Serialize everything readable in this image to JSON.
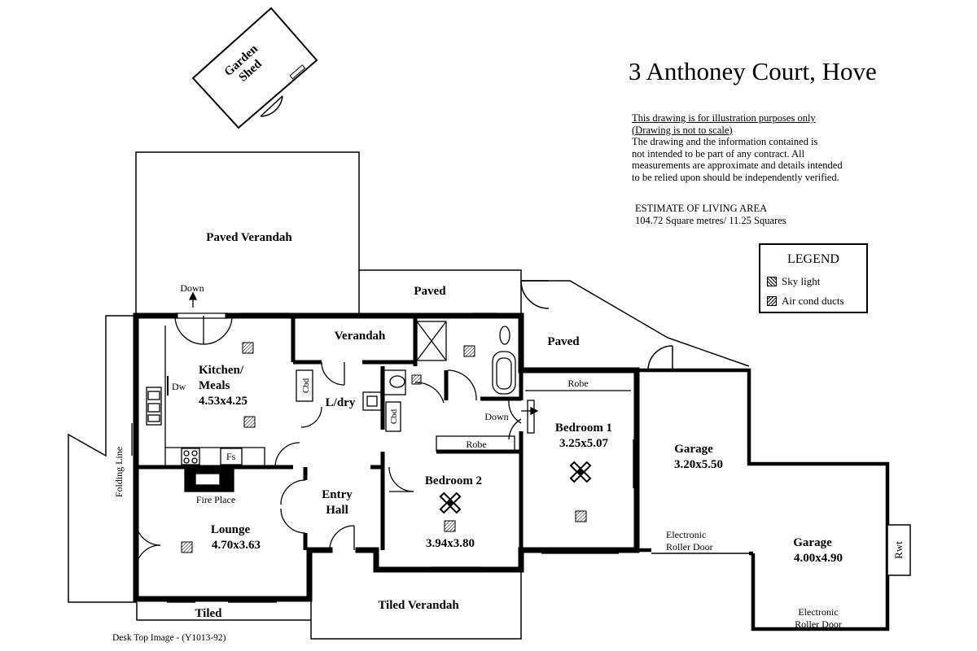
{
  "header": {
    "title": "3 Anthoney Court, Hove",
    "disclaimer_underlined": [
      "This drawing is for illustration purposes only",
      "(Drawing is not to scale)"
    ],
    "disclaimer_lines": [
      "The drawing and the information contained is",
      "not intended to be part of any contract.  All",
      "measurements are approximate and details intended",
      "to be relied upon should be independently verified."
    ],
    "estimate_label": "ESTIMATE OF LIVING AREA",
    "estimate_value": "104.72 Square metres/  11.25 Squares"
  },
  "legend": {
    "title": "LEGEND",
    "items": [
      {
        "label": "Sky light",
        "icon": "skylight-icon"
      },
      {
        "label": "Air cond ducts",
        "icon": "air-duct-icon"
      }
    ]
  },
  "rooms": {
    "garden_shed": [
      "Garden",
      "Shed"
    ],
    "paved_verandah": "Paved Verandah",
    "paved_top": "Paved",
    "paved_right": "Paved",
    "verandah": "Verandah",
    "kitchen_name": [
      "Kitchen/",
      "Meals"
    ],
    "kitchen_dims": "4.53x4.25",
    "laundry": "L/dry",
    "bedroom1_name": "Bedroom 1",
    "bedroom1_dims": "3.25x5.07",
    "bedroom2_name": "Bedroom 2",
    "bedroom2_dims": "3.94x3.80",
    "entry_hall": [
      "Entry",
      "Hall"
    ],
    "lounge_name": "Lounge",
    "lounge_dims": "4.70x3.63",
    "garage1_name": "Garage",
    "garage1_dims": "3.20x5.50",
    "garage2_name": "Garage",
    "garage2_dims": "4.00x4.90",
    "tiled": "Tiled",
    "tiled_verandah": "Tiled Verandah"
  },
  "labels": {
    "down_top": "Down",
    "down_bed": "Down",
    "dw": "Dw",
    "fs": "Fs",
    "cbd1": "Cbd",
    "cbd2": "Cbd",
    "robe1": "Robe",
    "robe2": "Robe",
    "fire_place": "Fire Place",
    "folding_line": "Folding Line",
    "roller_door_1": [
      "Electronic",
      "Roller Door"
    ],
    "roller_door_2": [
      "Electronic",
      "Roller Door"
    ],
    "rwt": "Rwt"
  },
  "footer": {
    "image_ref": "Desk Top Image - (Y1013-92)"
  }
}
